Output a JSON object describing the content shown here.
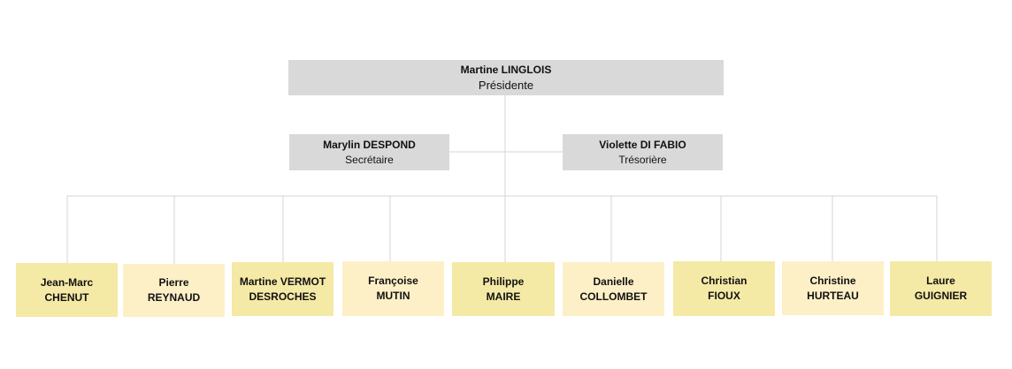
{
  "president": {
    "name": "Martine LINGLOIS",
    "role": "Présidente"
  },
  "secretary": {
    "name": "Marylin DESPOND",
    "role": "Secrétaire"
  },
  "treasurer": {
    "name": "Violette DI FABIO",
    "role": "Trésorière"
  },
  "members": [
    {
      "first": "Jean-Marc",
      "last": "CHENUT"
    },
    {
      "first": "Pierre",
      "last": "REYNAUD"
    },
    {
      "first": "Martine VERMOT",
      "last": "DESROCHES"
    },
    {
      "first": "Françoise",
      "last": "MUTIN"
    },
    {
      "first": "Philippe",
      "last": "MAIRE"
    },
    {
      "first": "Danielle",
      "last": "COLLOMBET"
    },
    {
      "first": "Christian",
      "last": "FIOUX"
    },
    {
      "first": "Christine",
      "last": "HURTEAU"
    },
    {
      "first": "Laure",
      "last": "GUIGNIER"
    }
  ],
  "colors": {
    "connector": "#d4d4d4",
    "box_gray": "#d9d9d9",
    "box_yellow": "#f5e9a6",
    "box_yellow_light": "#fdf0c7"
  }
}
